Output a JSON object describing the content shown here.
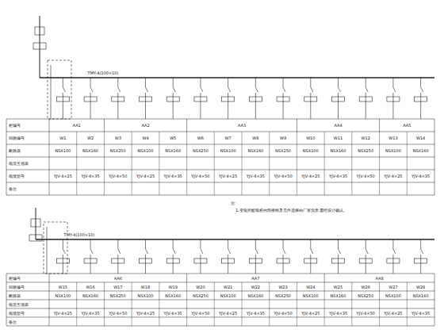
{
  "diagram": {
    "labels": [
      "柜编号",
      "回路编号",
      "断路器",
      "电流互感器",
      "电缆型号",
      "备注",
      "AA1",
      "AA2",
      "AA3",
      "AA4",
      "AA5",
      "W1",
      "W2",
      "W3",
      "W4",
      "W5",
      "W6",
      "W7",
      "W8",
      "W9",
      "W10",
      "W11",
      "W12",
      "W13",
      "W14",
      "NSX100",
      "NSX160",
      "NSX250",
      "NSX100",
      "NSX160",
      "NSX250",
      "NSX100",
      "NSX160",
      "NSX250",
      "NSX100",
      "NSX160",
      "NSX250",
      "NSX100",
      "NSX160",
      "YJV-4×25",
      "YJV-4×35",
      "YJV-4×50",
      "YJV-4×25",
      "YJV-4×35",
      "YJV-4×50",
      "YJV-4×25",
      "YJV-4×35",
      "YJV-4×50",
      "YJV-4×25",
      "YJV-4×35",
      "YJV-4×50",
      "YJV-4×25",
      "YJV-4×35",
      "注:",
      "1.变电所配电柜内部接线及元件选择由厂家负责,需经设计确认。",
      "TMY-4(100×10)",
      "柜编号",
      "回路编号",
      "断路器",
      "电流互感器",
      "电缆型号",
      "备注",
      "AA6",
      "AA7",
      "AA8",
      "W15",
      "W16",
      "W17",
      "W18",
      "W19",
      "W20",
      "W21",
      "W22",
      "W23",
      "W24",
      "W25",
      "W26",
      "W27",
      "W28",
      "NSX100",
      "NSX160",
      "NSX250",
      "NSX100",
      "NSX160",
      "NSX250",
      "NSX100",
      "NSX160",
      "NSX250",
      "NSX100",
      "NSX160",
      "NSX250",
      "NSX100",
      "NSX160",
      "YJV-4×25",
      "YJV-4×35",
      "YJV-4×50",
      "YJV-4×25",
      "YJV-4×35",
      "YJV-4×50",
      "YJV-4×25",
      "YJV-4×35",
      "YJV-4×50",
      "YJV-4×25",
      "YJV-4×35",
      "YJV-4×50",
      "YJV-4×25",
      "YJV-4×35",
      "TMY-4(100×10)"
    ]
  }
}
